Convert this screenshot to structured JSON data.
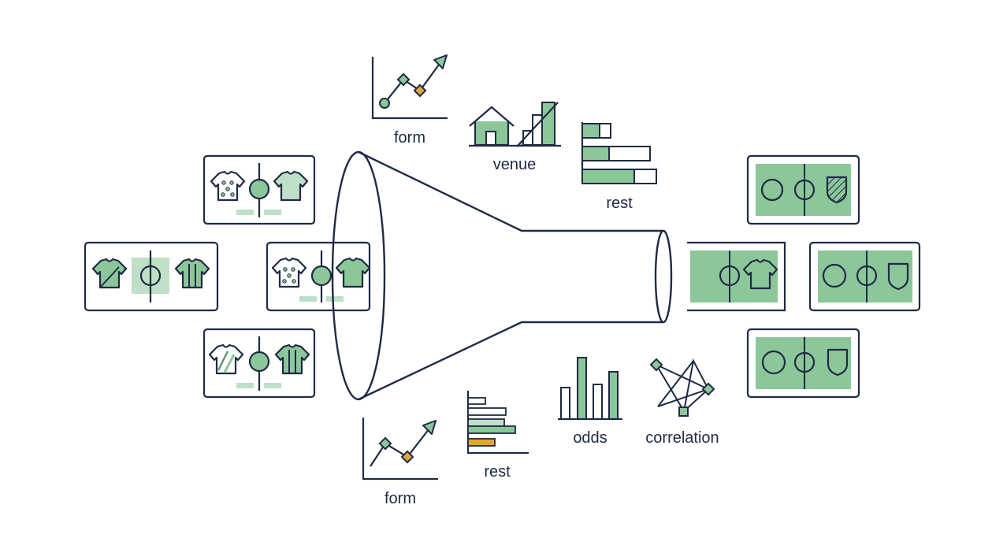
{
  "colors": {
    "ink": "#1f2a44",
    "green": "#8cc79a",
    "green_light": "#bfe0c6",
    "orange": "#e0a53a",
    "background": "#ffffff"
  },
  "labels": {
    "form_top": "form",
    "venue": "venue",
    "rest_top": "rest",
    "form_bottom": "form",
    "rest_bottom": "rest",
    "odds": "odds",
    "correlation": "correlation"
  },
  "inputs": {
    "match_cards": [
      {
        "home": "shirt-stars-icon",
        "away": "shirt-plain-icon"
      },
      {
        "home": "shirt-split-icon",
        "away": "shirt-striped-icon"
      },
      {
        "home": "shirt-stars-icon",
        "away": "shirt-plain-icon"
      },
      {
        "home": "shirt-diagonal-icon",
        "away": "shirt-striped-icon"
      }
    ]
  },
  "outputs": {
    "result_cards": [
      {
        "left": "circle-icon",
        "right": "shield-hatched-icon"
      },
      {
        "left": "circle-icon",
        "right": "shirt-plain-icon"
      },
      {
        "left": "circle-icon",
        "right": "shield-icon"
      },
      {
        "left": "circle-icon",
        "right": "shield-icon"
      }
    ]
  },
  "features": [
    "form",
    "venue",
    "rest",
    "odds",
    "correlation"
  ]
}
